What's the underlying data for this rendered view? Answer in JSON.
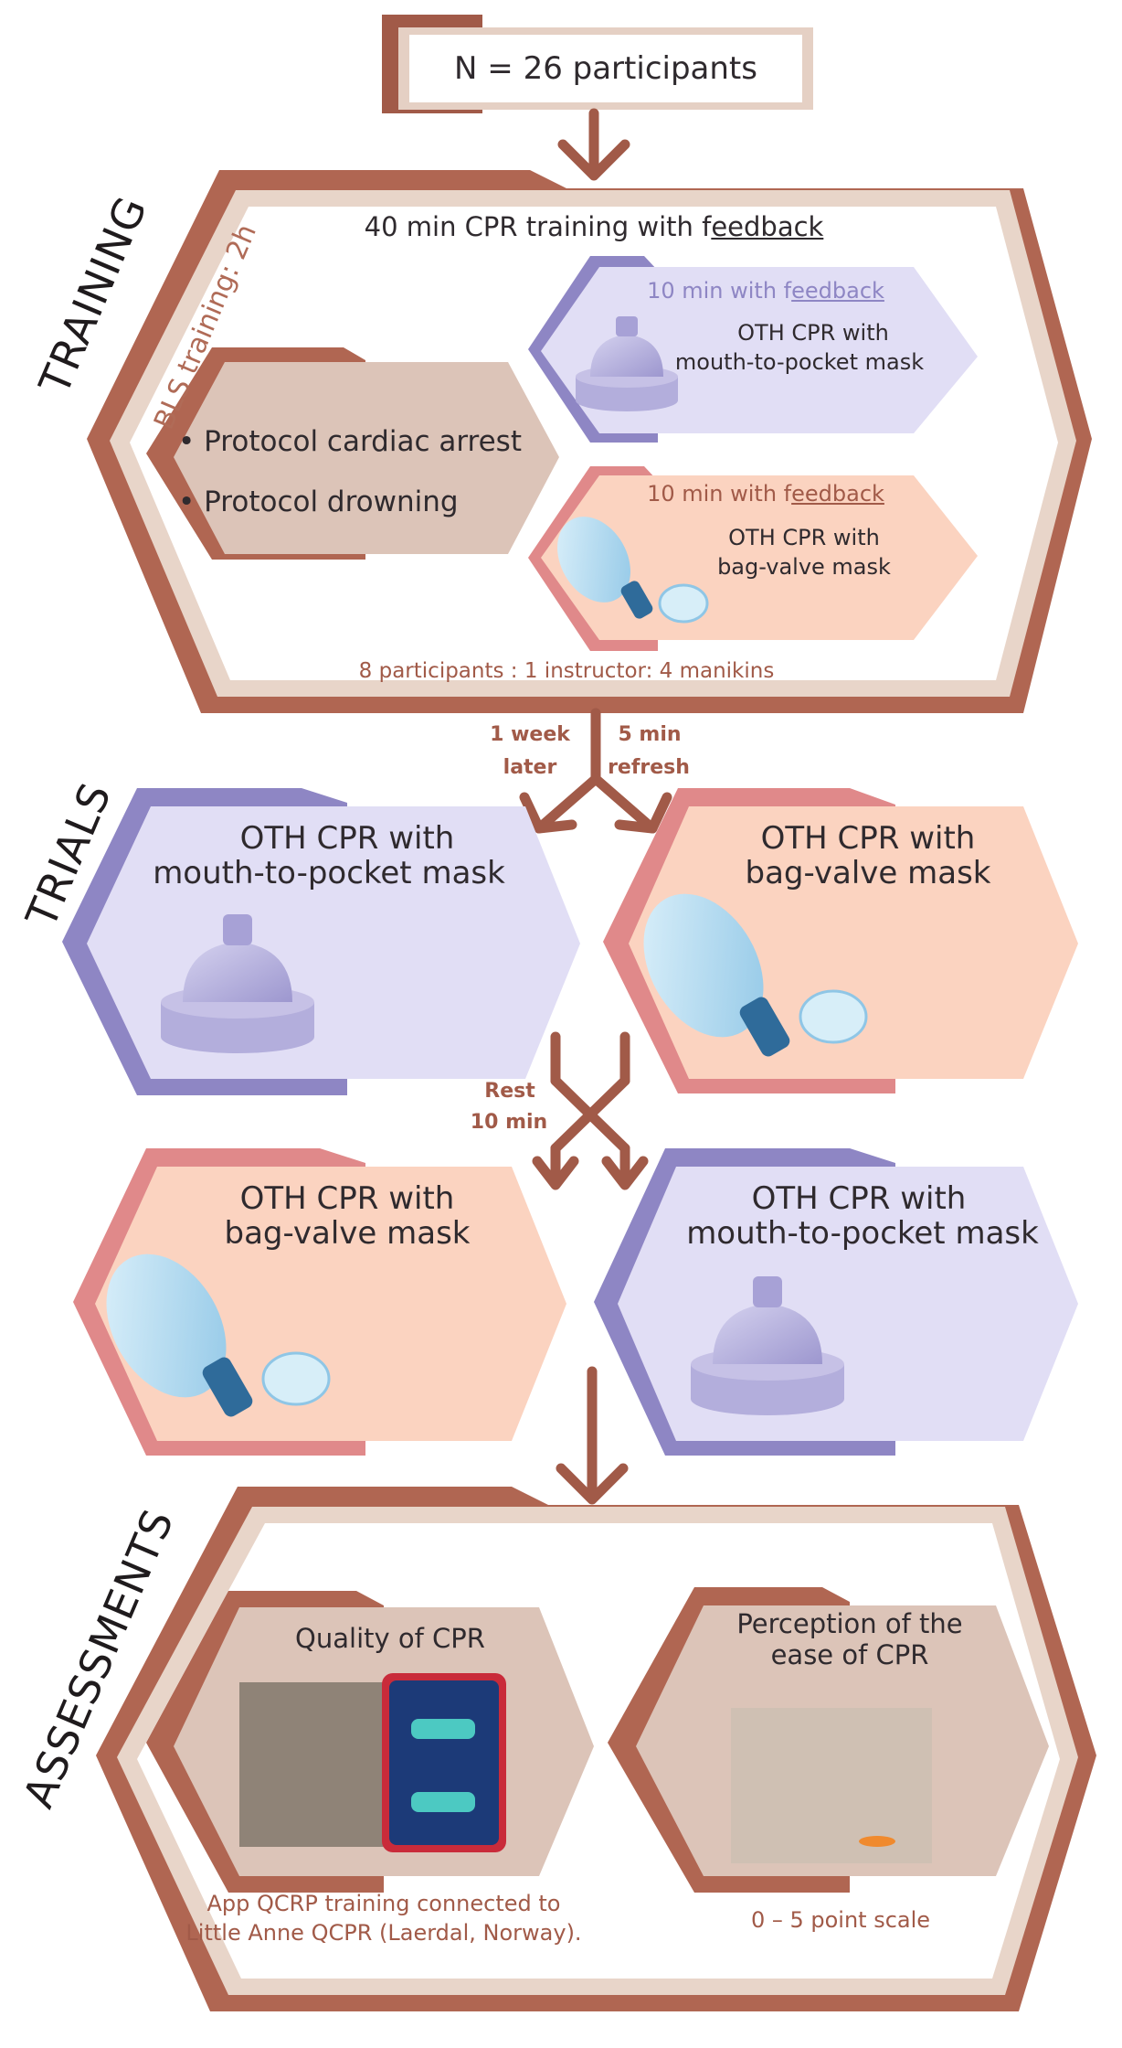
{
  "header": {
    "participants": "N = 26 participants"
  },
  "training": {
    "section_label": "TRAINING",
    "bls_label": "BLS training: 2h",
    "title_prefix": "40 min CPR training with f",
    "title_underlined": "eedback",
    "protocols": [
      "• Protocol cardiac arrest",
      "• Protocol drowning"
    ],
    "mask_feedback_prefix": "10 min with f",
    "mask_feedback_underlined": "eedback",
    "mask_line1": "OTH CPR with",
    "mask_line2": "mouth-to-pocket mask",
    "bag_feedback_prefix": "10 min with f",
    "bag_feedback_underlined": "eedback",
    "bag_line1": "OTH CPR with",
    "bag_line2": "bag-valve mask",
    "ratio": "8 participants : 1 instructor: 4 manikins"
  },
  "transition": {
    "left_line1": "1 week",
    "left_line2": "later",
    "right_line1": "5 min",
    "right_line2": "refresh"
  },
  "trials": {
    "section_label": "TRIALS",
    "first_left_line1": "OTH CPR with",
    "first_left_line2": "mouth-to-pocket mask",
    "first_right_line1": "OTH CPR with",
    "first_right_line2": "bag-valve mask",
    "rest_line1": "Rest",
    "rest_line2": "10 min",
    "second_left_line1": "OTH CPR with",
    "second_left_line2": "bag-valve mask",
    "second_right_line1": "OTH CPR with",
    "second_right_line2": "mouth-to-pocket mask"
  },
  "assessments": {
    "section_label": "ASSESSMENTS",
    "quality_title": "Quality of CPR",
    "quality_caption_line1": "App QCRP training connected to",
    "quality_caption_line2": "Little Anne QCPR (Laerdal, Norway).",
    "perception_line1": "Perception of the",
    "perception_line2": "ease of CPR",
    "perception_caption": "0 – 5 point scale"
  },
  "colors": {
    "brown": "#a15a48",
    "beige": "#e9d4c7",
    "beige_fill": "#dcc4b8",
    "violet": "#8e86c4",
    "lavender": "#e1def5",
    "pink": "#e0898a",
    "peach": "#fbd3c0"
  }
}
